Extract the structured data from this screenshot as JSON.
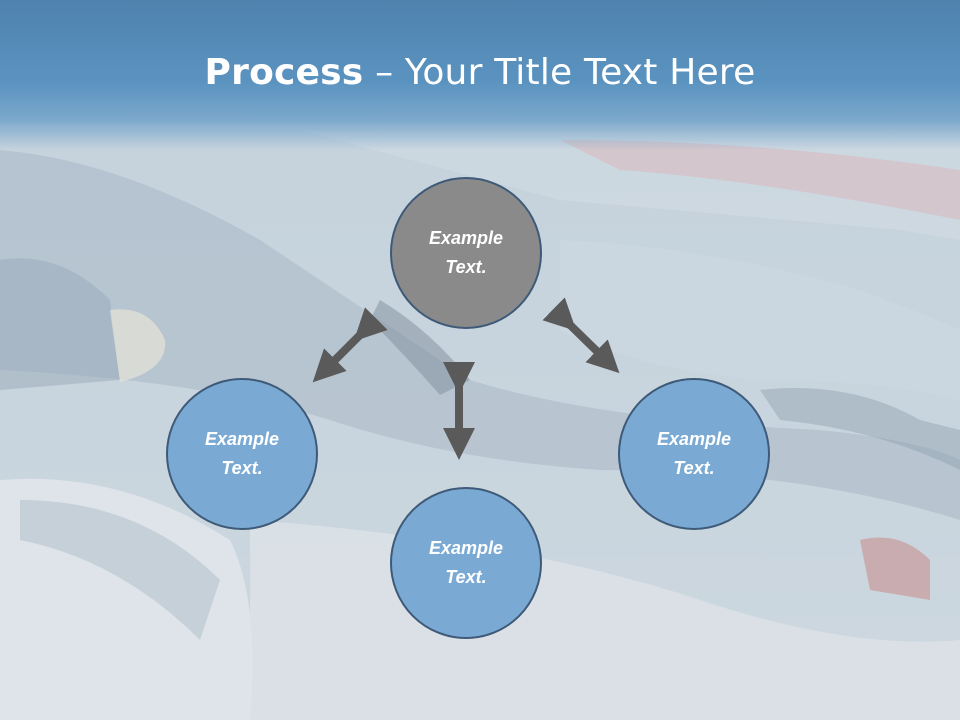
{
  "slide": {
    "title_bold": "Process",
    "title_rest": " – Your Title Text Here"
  },
  "nodes": [
    {
      "id": "top",
      "text": "Example\nText.",
      "fill": "#8a8a8a"
    },
    {
      "id": "left",
      "text": "Example\nText.",
      "fill": "#7aaad4"
    },
    {
      "id": "bottom",
      "text": "Example\nText.",
      "fill": "#7aaad4"
    },
    {
      "id": "right",
      "text": "Example\nText.",
      "fill": "#7aaad4"
    }
  ],
  "colors": {
    "title_band": "#5b93c0",
    "node_border": "#3e5a78",
    "arrow": "#5a5a5a"
  }
}
